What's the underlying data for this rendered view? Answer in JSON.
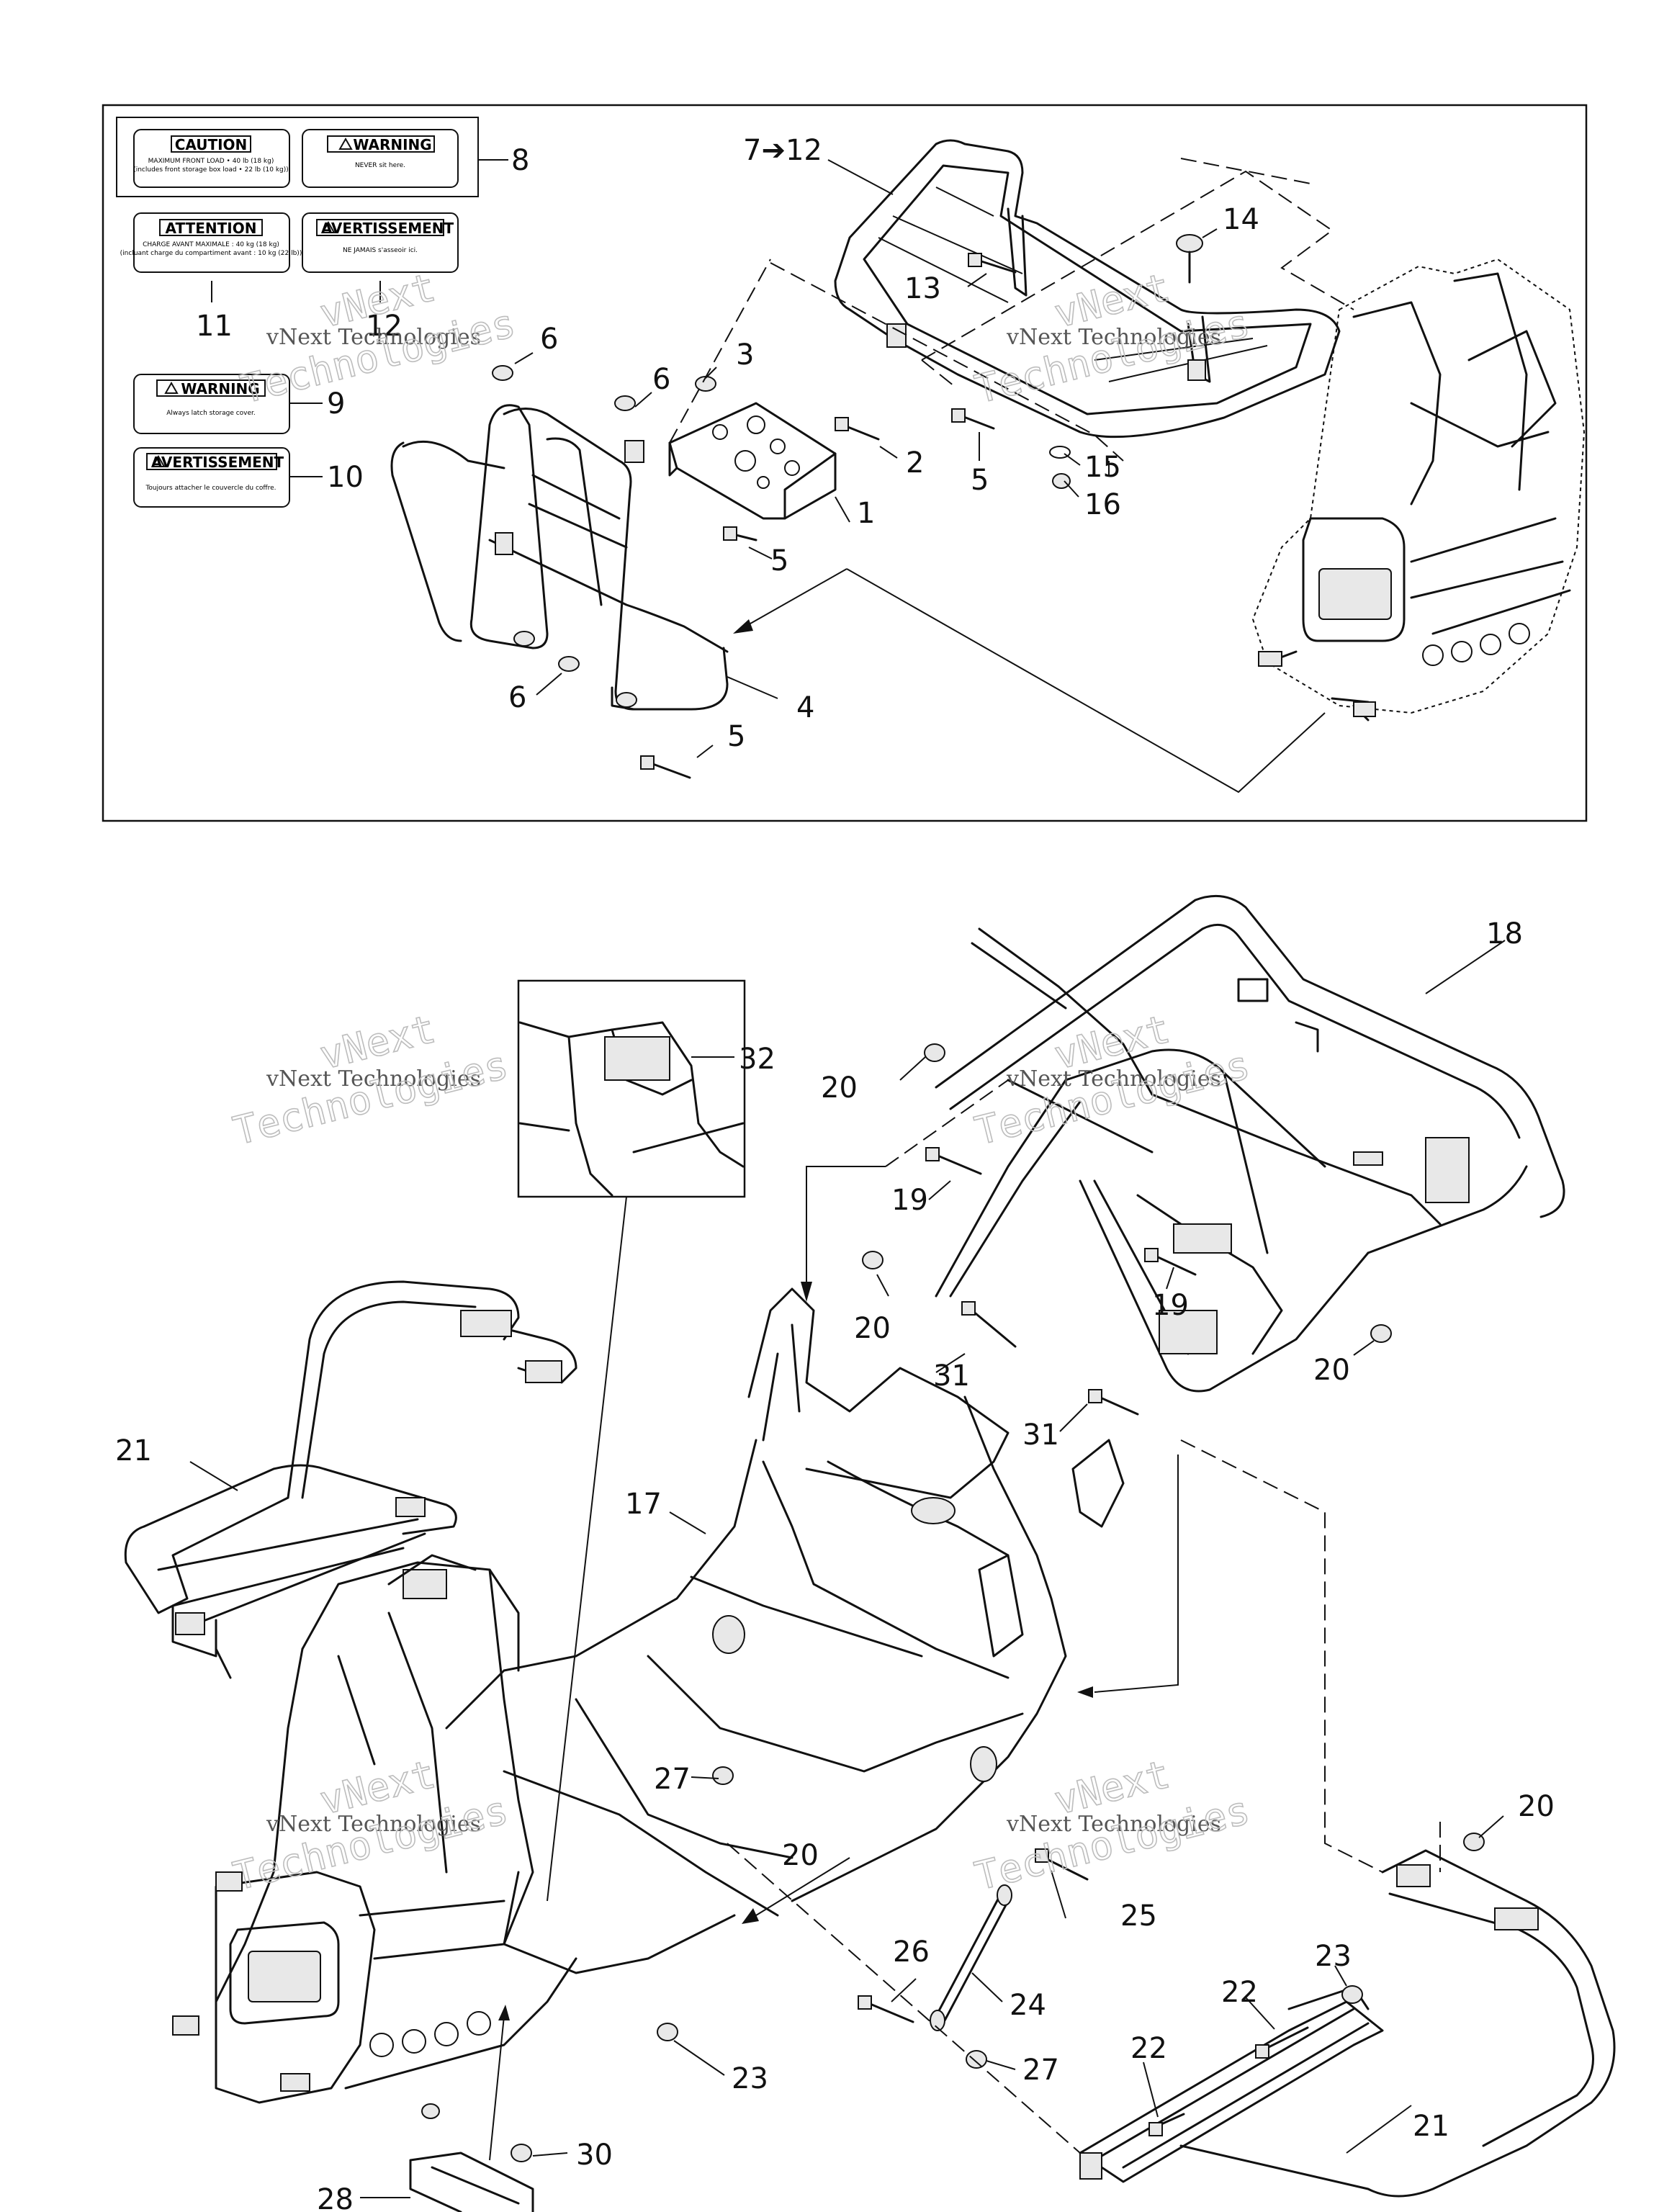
{
  "watermark": {
    "line1": "vNext",
    "line2": "vNext Technologies",
    "line3": "Technologies"
  },
  "labels": {
    "caution": {
      "title": "CAUTION",
      "text": "MAXIMUM FRONT LOAD • 40 lb (18 kg)",
      "text2": "(includes front storage box load • 22 lb (10 kg))"
    },
    "warning_rider": {
      "title": "WARNING",
      "text": "NEVER sit here."
    },
    "attention": {
      "title": "ATTENTION",
      "text": "CHARGE AVANT MAXIMALE : 40 kg (18 kg)",
      "text2": "(incluant charge du compartiment avant : 10 kg (22 lb))"
    },
    "avertissement_rider": {
      "title": "AVERTISSEMENT",
      "text": "NE JAMAIS s'asseoir ici."
    },
    "warning_latch": {
      "title": "WARNING",
      "text": "Always latch storage cover."
    },
    "avertissement_latch": {
      "title": "AVERTISSEMENT",
      "text": "Toujours attacher le couvercle du coffre."
    }
  },
  "callouts": {
    "c1": "1",
    "c2": "2",
    "c3": "3",
    "c4": "4",
    "c5a": "5",
    "c5b": "5",
    "c5c": "5",
    "c6a": "6",
    "c6b": "6",
    "c6c": "6",
    "c7_12": "7➔12",
    "c8": "8",
    "c9": "9",
    "c10": "10",
    "c11": "11",
    "c12": "12",
    "c13": "13",
    "c14": "14",
    "c15": "15",
    "c16": "16",
    "c17": "17",
    "c18": "18",
    "c19a": "19",
    "c19b": "19",
    "c20a": "20",
    "c20b": "20",
    "c20c": "20",
    "c20d": "20",
    "c20e": "20",
    "c21a": "21",
    "c21b": "21",
    "c22a": "22",
    "c22b": "22",
    "c23a": "23",
    "c23b": "23",
    "c24": "24",
    "c25": "25",
    "c26": "26",
    "c27a": "27",
    "c27b": "27",
    "c28": "28",
    "c30": "30",
    "c31a": "31",
    "c31b": "31",
    "c32": "32"
  }
}
